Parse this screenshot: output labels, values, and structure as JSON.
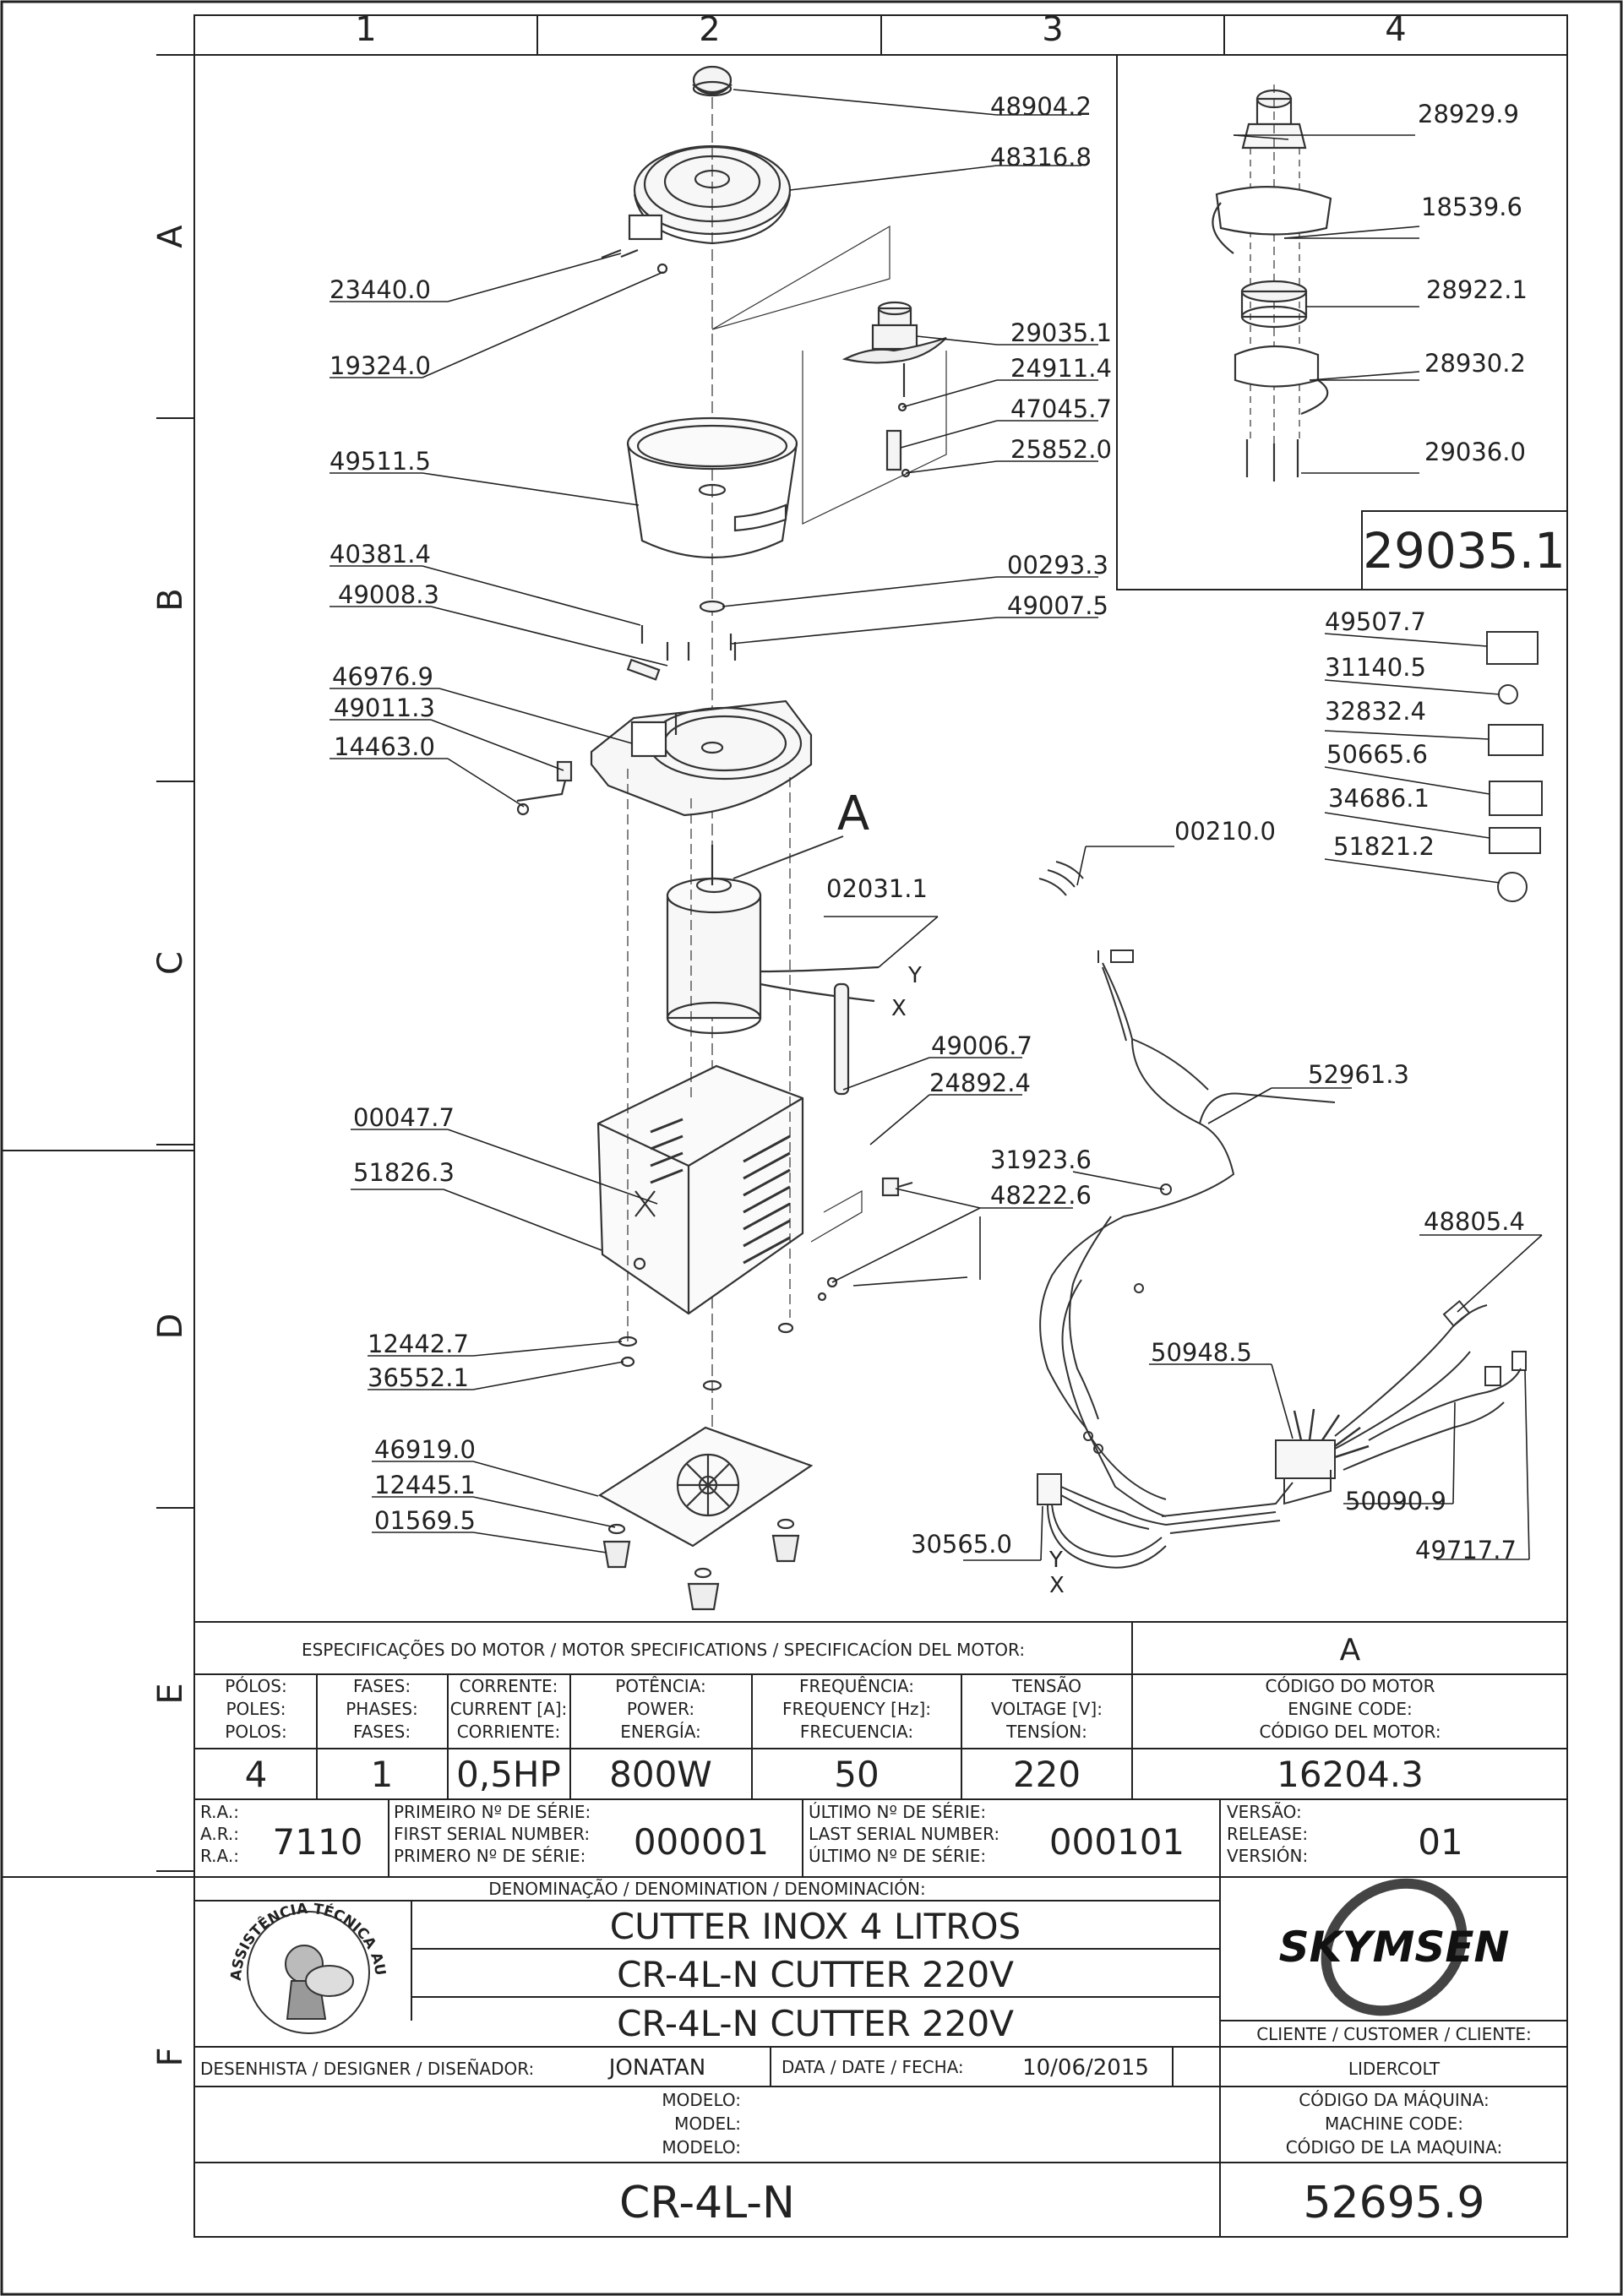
{
  "grid": {
    "columns": [
      "1",
      "2",
      "3",
      "4"
    ],
    "rows": [
      "A",
      "B",
      "C",
      "D",
      "E",
      "F"
    ]
  },
  "parts": [
    {
      "id": "p01",
      "label": "48904.2"
    },
    {
      "id": "p02",
      "label": "48316.8"
    },
    {
      "id": "p03",
      "label": "23440.0"
    },
    {
      "id": "p04",
      "label": "19324.0"
    },
    {
      "id": "p05",
      "label": "29035.1"
    },
    {
      "id": "p06",
      "label": "24911.4"
    },
    {
      "id": "p07",
      "label": "47045.7"
    },
    {
      "id": "p08",
      "label": "25852.0"
    },
    {
      "id": "p09",
      "label": "49511.5"
    },
    {
      "id": "p10",
      "label": "40381.4"
    },
    {
      "id": "p11",
      "label": "00293.3"
    },
    {
      "id": "p12",
      "label": "49008.3"
    },
    {
      "id": "p13",
      "label": "49007.5"
    },
    {
      "id": "p14",
      "label": "46976.9"
    },
    {
      "id": "p15",
      "label": "49011.3"
    },
    {
      "id": "p16",
      "label": "14463.0"
    },
    {
      "id": "p17",
      "label": "02031.1"
    },
    {
      "id": "p18",
      "label": "00210.0"
    },
    {
      "id": "p19",
      "label": "49006.7"
    },
    {
      "id": "p20",
      "label": "24892.4"
    },
    {
      "id": "p21",
      "label": "00047.7"
    },
    {
      "id": "p22",
      "label": "51826.3"
    },
    {
      "id": "p23",
      "label": "31923.6"
    },
    {
      "id": "p24",
      "label": "48222.6"
    },
    {
      "id": "p25",
      "label": "12442.7"
    },
    {
      "id": "p26",
      "label": "36552.1"
    },
    {
      "id": "p27",
      "label": "46919.0"
    },
    {
      "id": "p28",
      "label": "12445.1"
    },
    {
      "id": "p29",
      "label": "01569.5"
    },
    {
      "id": "p30",
      "label": "30565.0"
    },
    {
      "id": "p31",
      "label": "52961.3"
    },
    {
      "id": "p32",
      "label": "48805.4"
    },
    {
      "id": "p33",
      "label": "50948.5"
    },
    {
      "id": "p34",
      "label": "50090.9"
    },
    {
      "id": "p35",
      "label": "49717.7"
    },
    {
      "id": "p36",
      "label": "49507.7"
    },
    {
      "id": "p37",
      "label": "31140.5"
    },
    {
      "id": "p38",
      "label": "32832.4"
    },
    {
      "id": "p39",
      "label": "50665.6"
    },
    {
      "id": "p40",
      "label": "34686.1"
    },
    {
      "id": "p41",
      "label": "51821.2"
    },
    {
      "id": "p42",
      "label": "28929.9"
    },
    {
      "id": "p43",
      "label": "18539.6"
    },
    {
      "id": "p44",
      "label": "28922.1"
    },
    {
      "id": "p45",
      "label": "28930.2"
    },
    {
      "id": "p46",
      "label": "29036.0"
    }
  ],
  "detail_box": {
    "code": "29035.1"
  },
  "callout_a": "A",
  "wire_labels": {
    "y1": "Y",
    "x1": "X",
    "y2": "Y",
    "x2": "X"
  },
  "specs": {
    "title": "ESPECIFICAÇÕES DO MOTOR / MOTOR SPECIFICATIONS / SPECIFICACÍON DEL MOTOR:",
    "ref": "A",
    "columns": [
      {
        "h1": "PÓLOS:",
        "h2": "POLES:",
        "h3": "POLOS:",
        "value": "4"
      },
      {
        "h1": "FASES:",
        "h2": "PHASES:",
        "h3": "FASES:",
        "value": "1"
      },
      {
        "h1": "CORRENTE:",
        "h2": "CURRENT [A]:",
        "h3": "CORRIENTE:",
        "value": "0,5HP"
      },
      {
        "h1": "POTÊNCIA:",
        "h2": "POWER:",
        "h3": "ENERGÍA:",
        "value": "800W"
      },
      {
        "h1": "FREQUÊNCIA:",
        "h2": "FREQUENCY [Hz]:",
        "h3": "FRECUENCIA:",
        "value": "50"
      },
      {
        "h1": "TENSÃO",
        "h2": "VOLTAGE [V]:",
        "h3": "TENSÍON:",
        "value": "220"
      },
      {
        "h1": "CÓDIGO DO MOTOR",
        "h2": "ENGINE CODE:",
        "h3": "CÓDIGO DEL MOTOR:",
        "value": "16204.3"
      }
    ]
  },
  "serials": {
    "ra_labels": [
      "R.A.:",
      "A.R.:",
      "R.A.:"
    ],
    "ra_value": "7110",
    "first_labels": [
      "PRIMEIRO Nº DE SÉRIE:",
      "FIRST SERIAL NUMBER:",
      "PRIMERO Nº DE SÉRIE:"
    ],
    "first_value": "000001",
    "last_labels": [
      "ÚLTIMO Nº DE SÉRIE:",
      "LAST SERIAL NUMBER:",
      "ÚLTIMO Nº DE SÉRIE:"
    ],
    "last_value": "000101",
    "version_labels": [
      "VERSÃO:",
      "RELEASE:",
      "VERSIÓN:"
    ],
    "version_value": "01"
  },
  "denomination": {
    "title": "DENOMINAÇÃO / DENOMINATION / DENOMINACIÓN:",
    "lines": [
      "CUTTER INOX 4 LITROS",
      "CR-4L-N CUTTER 220V",
      "CR-4L-N CUTTER 220V"
    ]
  },
  "seal_text": "ASSISTÊNCIA TÉCNICA AUTORIZADA",
  "brand": "SKYMSEN",
  "customer": {
    "label": "CLIENTE / CUSTOMER / CLIENTE:",
    "value": "LIDERCOLT"
  },
  "designer": {
    "label": "DESENHISTA / DESIGNER / DISEÑADOR:",
    "value": "JONATAN"
  },
  "date": {
    "label": "DATA / DATE / FECHA:",
    "value": "10/06/2015"
  },
  "model": {
    "labels": [
      "MODELO:",
      "MODEL:",
      "MODELO:"
    ],
    "value": "CR-4L-N"
  },
  "machine_code": {
    "labels": [
      "CÓDIGO DA MÁQUINA:",
      "MACHINE CODE:",
      "CÓDIGO DE LA MAQUINA:"
    ],
    "value": "52695.9"
  }
}
